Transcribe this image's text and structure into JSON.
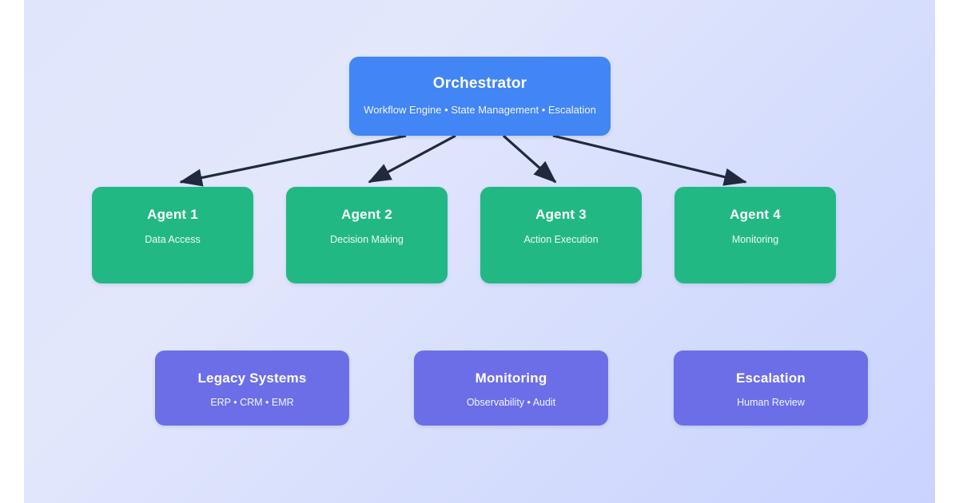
{
  "diagram": {
    "background_from": "#e0e5fb",
    "background_to": "#c9d3fe",
    "edge_color": "#1f2a3d",
    "orchestrator_color": "#4285f4",
    "agent_color": "#22b884",
    "support_color": "#6c6ee8"
  },
  "orchestrator": {
    "title": "Orchestrator",
    "subtitle": "Workflow Engine • State Management • Escalation"
  },
  "agents": [
    {
      "title": "Agent 1",
      "subtitle": "Data Access"
    },
    {
      "title": "Agent 2",
      "subtitle": "Decision Making"
    },
    {
      "title": "Agent 3",
      "subtitle": "Action Execution"
    },
    {
      "title": "Agent 4",
      "subtitle": "Monitoring"
    }
  ],
  "support": [
    {
      "title": "Legacy Systems",
      "subtitle": "ERP • CRM • EMR"
    },
    {
      "title": "Monitoring",
      "subtitle": "Observability • Audit"
    },
    {
      "title": "Escalation",
      "subtitle": "Human Review"
    }
  ],
  "edges": [
    {
      "from": "orchestrator",
      "to": "agent-1"
    },
    {
      "from": "orchestrator",
      "to": "agent-2"
    },
    {
      "from": "orchestrator",
      "to": "agent-3"
    },
    {
      "from": "orchestrator",
      "to": "agent-4"
    }
  ]
}
